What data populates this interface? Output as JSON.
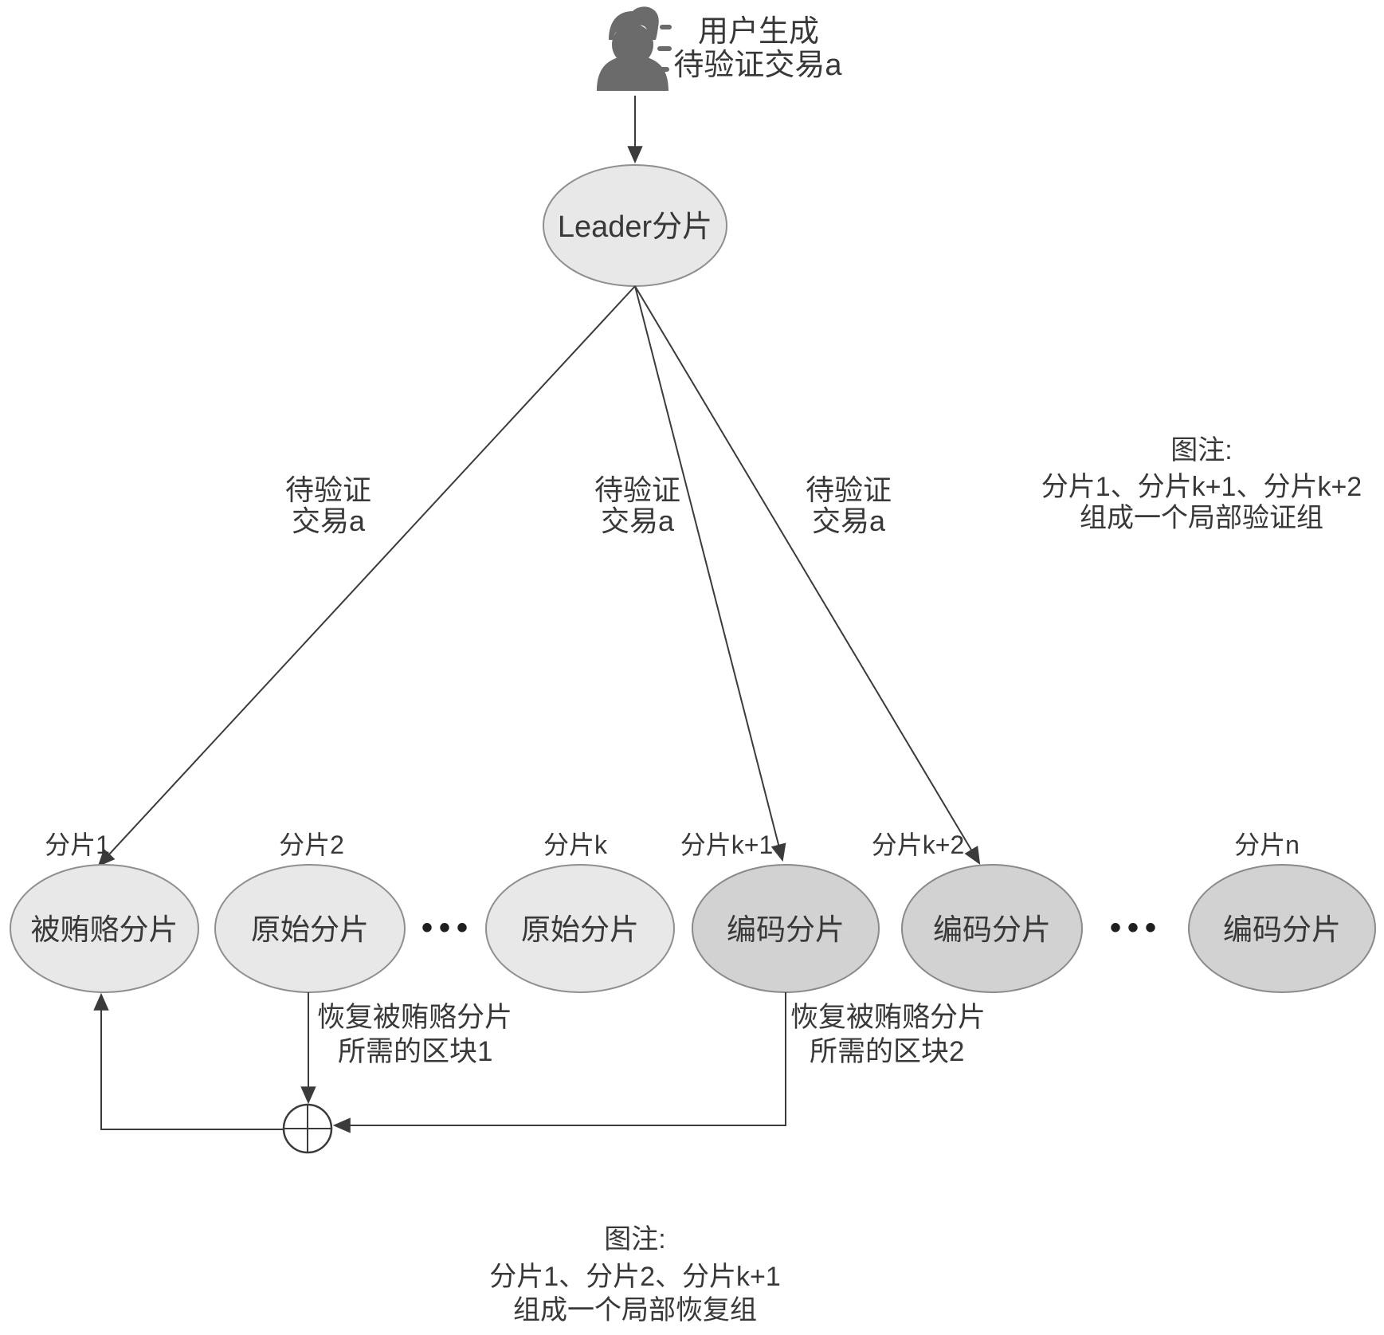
{
  "source": {
    "line1": "用户生成",
    "line2": "待验证交易a"
  },
  "leader": {
    "label": "Leader分片"
  },
  "edge_label": {
    "line1": "待验证",
    "line2": "交易a"
  },
  "shards": {
    "s1": {
      "tag": "分片1",
      "label": "被贿赂分片"
    },
    "s2": {
      "tag": "分片2",
      "label": "原始分片"
    },
    "sk": {
      "tag": "分片k",
      "label": "原始分片"
    },
    "sk1": {
      "tag": "分片k+1",
      "label": "编码分片"
    },
    "sk2": {
      "tag": "分片k+2",
      "label": "编码分片"
    },
    "sn": {
      "tag": "分片n",
      "label": "编码分片"
    }
  },
  "ellipsis": "•••",
  "recovery": {
    "block1": {
      "line1": "恢复被贿赂分片",
      "line2": "所需的区块1"
    },
    "block2": {
      "line1": "恢复被贿赂分片",
      "line2": "所需的区块2"
    }
  },
  "legend_right": {
    "title": "图注:",
    "line1": "分片1、分片k+1、分片k+2",
    "line2": "组成一个局部验证组"
  },
  "legend_bottom": {
    "title": "图注:",
    "line1": "分片1、分片2、分片k+1",
    "line2": "组成一个局部恢复组"
  },
  "colors": {
    "background": "#ffffff",
    "node_fill_light": "#e8e8e8",
    "node_fill_dark": "#d2d2d2",
    "node_border": "#8f8f8f",
    "line": "#3b3b3b",
    "text": "#383838",
    "icon": "#6b6b6b"
  }
}
